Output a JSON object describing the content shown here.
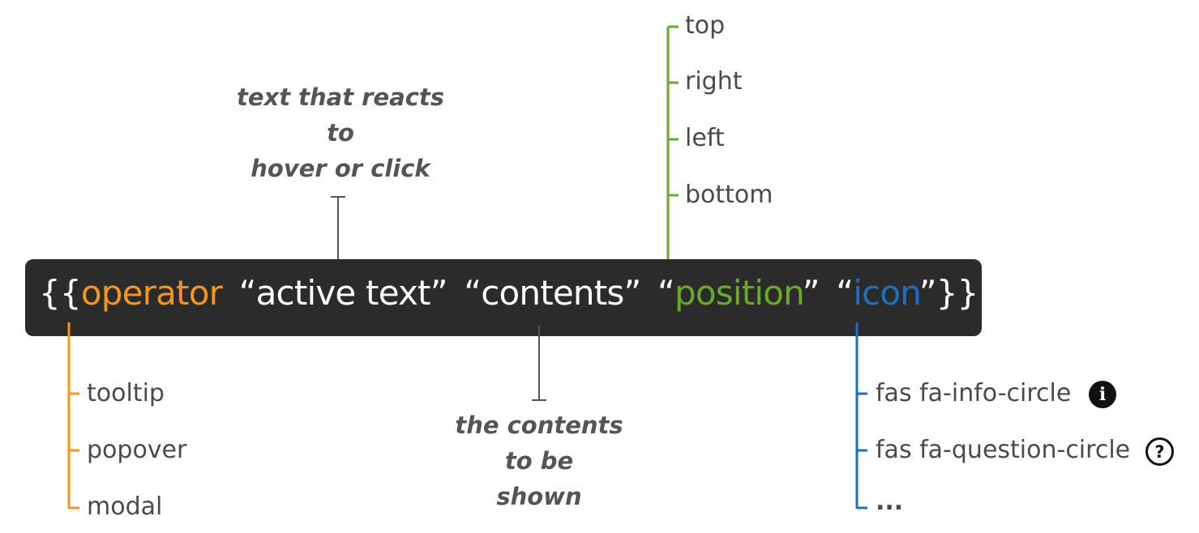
{
  "colors": {
    "operator": "#f7941d",
    "position": "#6aaa2a",
    "icon": "#1e6fc0",
    "neutral": "#555555",
    "bar": "#2b2b2b"
  },
  "syntax": {
    "open": "{{",
    "operator": "operator",
    "q1_open": "“",
    "active_text": "active text",
    "q1_close": "”",
    "q2_open": "“",
    "contents": "contents",
    "q2_close": "”",
    "q3_open": "“",
    "position": "position",
    "q3_close": "”",
    "q4_open": "“",
    "icon": "icon",
    "q4_close": "”",
    "close": "}}"
  },
  "annotations": {
    "active_text_note": [
      "text that reacts",
      "to",
      "hover or click"
    ],
    "contents_note": [
      "the contents",
      "to be",
      "shown"
    ]
  },
  "operator_options": [
    "tooltip",
    "popover",
    "modal"
  ],
  "position_options": [
    "top",
    "right",
    "left",
    "bottom"
  ],
  "icon_options": [
    {
      "label": "fas fa-info-circle",
      "icon": "info-circle-icon",
      "glyph": "i"
    },
    {
      "label": "fas fa-question-circle",
      "icon": "question-circle-icon",
      "glyph": "?"
    },
    {
      "label": "...",
      "icon": "",
      "glyph": ""
    }
  ]
}
